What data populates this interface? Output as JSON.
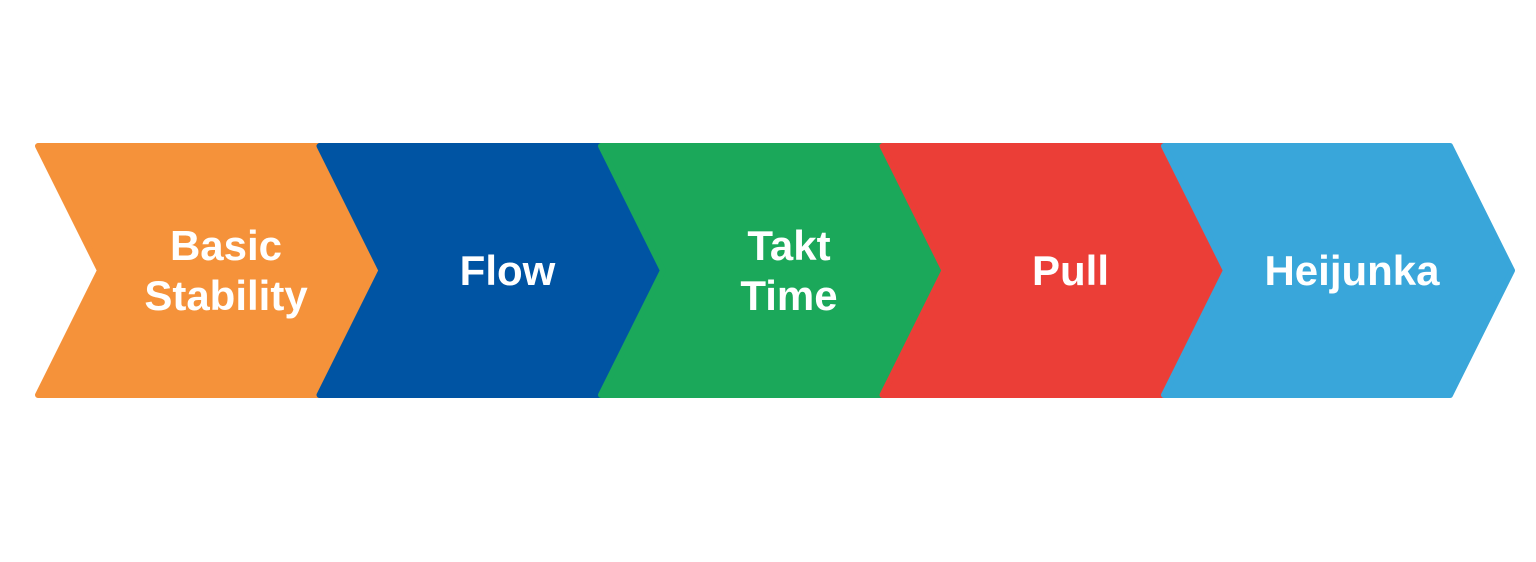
{
  "process_flow": {
    "steps": [
      {
        "lines": [
          "Basic",
          "Stability"
        ],
        "color": "#F5923A"
      },
      {
        "lines": [
          "Flow"
        ],
        "color": "#0054A3"
      },
      {
        "lines": [
          "Takt",
          "Time"
        ],
        "color": "#1BA85A"
      },
      {
        "lines": [
          "Pull"
        ],
        "color": "#EB3E37"
      },
      {
        "lines": [
          "Heijunka"
        ],
        "color": "#39A6DA"
      }
    ]
  }
}
